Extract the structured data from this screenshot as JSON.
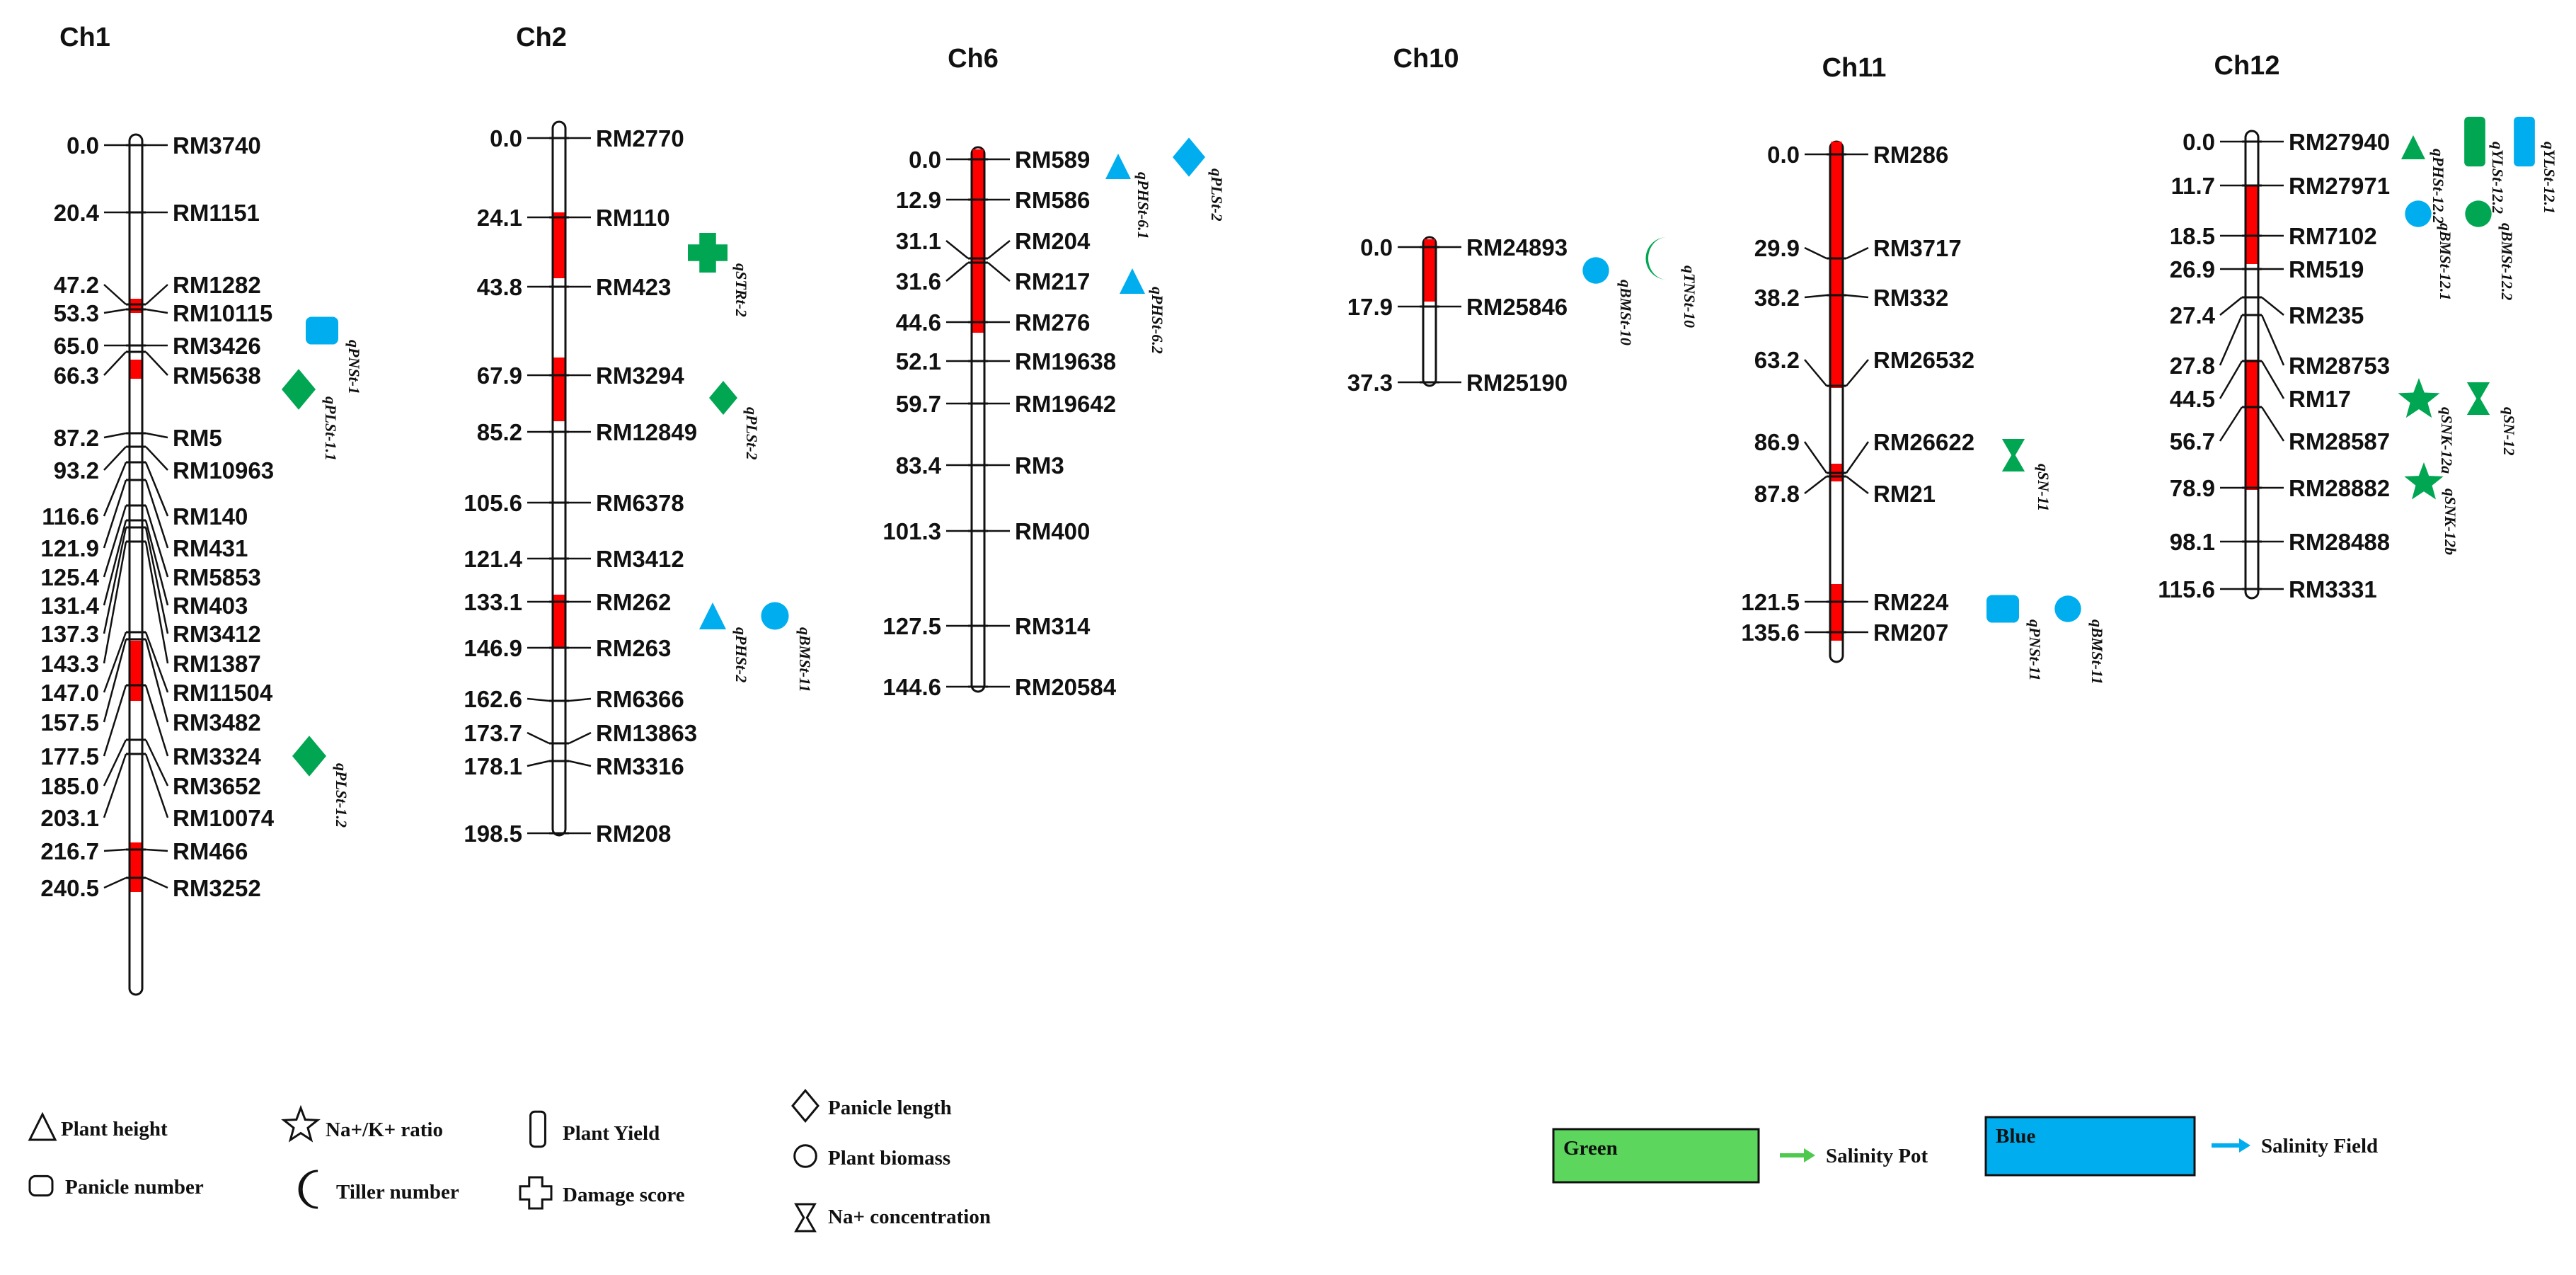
{
  "colors": {
    "qtl_region": "#ff0000",
    "salinity_pot": "#00a651",
    "salinity_field": "#00aeef",
    "legend_green_box": "#5cd65c",
    "legend_green_arrow": "#4dc94d",
    "legend_blue_box": "#00aeef",
    "legend_blue_arrow": "#00aeef"
  },
  "chromosomes": [
    {
      "name": "Ch1",
      "markers": [
        {
          "pos": "0.0",
          "name": "RM3740"
        },
        {
          "pos": "20.4",
          "name": "RM1151"
        },
        {
          "pos": "47.2",
          "name": "RM1282"
        },
        {
          "pos": "53.3",
          "name": "RM10115"
        },
        {
          "pos": "65.0",
          "name": "RM3426"
        },
        {
          "pos": "66.3",
          "name": "RM5638"
        },
        {
          "pos": "87.2",
          "name": "RM5"
        },
        {
          "pos": "93.2",
          "name": "RM10963"
        },
        {
          "pos": "116.6",
          "name": "RM140"
        },
        {
          "pos": "121.9",
          "name": "RM431"
        },
        {
          "pos": "125.4",
          "name": "RM5853"
        },
        {
          "pos": "131.4",
          "name": "RM403"
        },
        {
          "pos": "137.3",
          "name": "RM3412"
        },
        {
          "pos": "143.3",
          "name": "RM1387"
        },
        {
          "pos": "147.0",
          "name": "RM11504"
        },
        {
          "pos": "157.5",
          "name": "RM3482"
        },
        {
          "pos": "177.5",
          "name": "RM3324"
        },
        {
          "pos": "185.0",
          "name": "RM3652"
        },
        {
          "pos": "203.1",
          "name": "RM10074"
        },
        {
          "pos": "216.7",
          "name": "RM466"
        },
        {
          "pos": "240.5",
          "name": "RM3252"
        }
      ],
      "qtls": [
        {
          "label": "qPNSt-1",
          "trait": "Panicle number",
          "env": "field"
        },
        {
          "label": "qPLSt-1.1",
          "trait": "Panicle length",
          "env": "pot"
        },
        {
          "label": "qPLSt-1.2",
          "trait": "Panicle length",
          "env": "pot"
        }
      ]
    },
    {
      "name": "Ch2",
      "markers": [
        {
          "pos": "0.0",
          "name": "RM2770"
        },
        {
          "pos": "24.1",
          "name": "RM110"
        },
        {
          "pos": "43.8",
          "name": "RM423"
        },
        {
          "pos": "67.9",
          "name": "RM3294"
        },
        {
          "pos": "85.2",
          "name": "RM12849"
        },
        {
          "pos": "105.6",
          "name": "RM6378"
        },
        {
          "pos": "121.4",
          "name": "RM3412"
        },
        {
          "pos": "133.1",
          "name": "RM262"
        },
        {
          "pos": "146.9",
          "name": "RM263"
        },
        {
          "pos": "162.6",
          "name": "RM6366"
        },
        {
          "pos": "173.7",
          "name": "RM13863"
        },
        {
          "pos": "178.1",
          "name": "RM3316"
        },
        {
          "pos": "198.5",
          "name": "RM208"
        }
      ],
      "qtls": [
        {
          "label": "qSTRt-2",
          "trait": "Damage score",
          "env": "pot"
        },
        {
          "label": "qPLSt-2",
          "trait": "Panicle length",
          "env": "pot"
        },
        {
          "label": "qPHSt-2",
          "trait": "Plant height",
          "env": "field"
        },
        {
          "label": "qBMSt-11",
          "trait": "Plant biomass",
          "env": "field"
        }
      ]
    },
    {
      "name": "Ch6",
      "markers": [
        {
          "pos": "0.0",
          "name": "RM589"
        },
        {
          "pos": "12.9",
          "name": "RM586"
        },
        {
          "pos": "31.1",
          "name": "RM204"
        },
        {
          "pos": "31.6",
          "name": "RM217"
        },
        {
          "pos": "44.6",
          "name": "RM276"
        },
        {
          "pos": "52.1",
          "name": "RM19638"
        },
        {
          "pos": "59.7",
          "name": "RM19642"
        },
        {
          "pos": "83.4",
          "name": "RM3"
        },
        {
          "pos": "101.3",
          "name": "RM400"
        },
        {
          "pos": "127.5",
          "name": "RM314"
        },
        {
          "pos": "144.6",
          "name": "RM20584"
        }
      ],
      "qtls": [
        {
          "label": "qPHSt-6.1",
          "trait": "Plant height",
          "env": "field"
        },
        {
          "label": "qPLSt-2",
          "trait": "Panicle length",
          "env": "field"
        },
        {
          "label": "qPHSt-6.2",
          "trait": "Plant height",
          "env": "field"
        }
      ]
    },
    {
      "name": "Ch10",
      "markers": [
        {
          "pos": "0.0",
          "name": "RM24893"
        },
        {
          "pos": "17.9",
          "name": "RM25846"
        },
        {
          "pos": "37.3",
          "name": "RM25190"
        }
      ],
      "qtls": [
        {
          "label": "qBMSt-10",
          "trait": "Plant biomass",
          "env": "field"
        },
        {
          "label": "qTNSt-10",
          "trait": "Tiller number",
          "env": "pot"
        }
      ]
    },
    {
      "name": "Ch11",
      "markers": [
        {
          "pos": "0.0",
          "name": "RM286"
        },
        {
          "pos": "29.9",
          "name": "RM3717"
        },
        {
          "pos": "38.2",
          "name": "RM332"
        },
        {
          "pos": "63.2",
          "name": "RM26532"
        },
        {
          "pos": "86.9",
          "name": "RM26622"
        },
        {
          "pos": "87.8",
          "name": "RM21"
        },
        {
          "pos": "121.5",
          "name": "RM224"
        },
        {
          "pos": "135.6",
          "name": "RM207"
        }
      ],
      "qtls": [
        {
          "label": "qSN-11",
          "trait": "Na+ concentration",
          "env": "pot"
        },
        {
          "label": "qPNSt-11",
          "trait": "Panicle number",
          "env": "field"
        },
        {
          "label": "qBMSt-11",
          "trait": "Plant biomass",
          "env": "field"
        }
      ]
    },
    {
      "name": "Ch12",
      "markers": [
        {
          "pos": "0.0",
          "name": "RM27940"
        },
        {
          "pos": "11.7",
          "name": "RM27971"
        },
        {
          "pos": "18.5",
          "name": "RM7102"
        },
        {
          "pos": "26.9",
          "name": "RM519"
        },
        {
          "pos": "27.4",
          "name": "RM235"
        },
        {
          "pos": "27.8",
          "name": "RM28753"
        },
        {
          "pos": "44.5",
          "name": "RM17"
        },
        {
          "pos": "56.7",
          "name": "RM28587"
        },
        {
          "pos": "78.9",
          "name": "RM28882"
        },
        {
          "pos": "98.1",
          "name": "RM28488"
        },
        {
          "pos": "115.6",
          "name": "RM3331"
        }
      ],
      "qtls": [
        {
          "label": "qPHSt-12.2",
          "trait": "Plant height",
          "env": "pot"
        },
        {
          "label": "qYLSt-12.2",
          "trait": "Plant Yield",
          "env": "pot"
        },
        {
          "label": "qYLSt-12.1",
          "trait": "Plant Yield",
          "env": "field"
        },
        {
          "label": "qBMSt-12.1",
          "trait": "Plant biomass",
          "env": "field"
        },
        {
          "label": "qBMSt-12.2",
          "trait": "Plant biomass",
          "env": "pot"
        },
        {
          "label": "qSNK-12a",
          "trait": "Na+/K+ ratio",
          "env": "pot"
        },
        {
          "label": "qSN-12",
          "trait": "Na+ concentration",
          "env": "pot"
        },
        {
          "label": "qSNK-12b",
          "trait": "Na+/K+ ratio",
          "env": "pot"
        }
      ]
    }
  ],
  "legend": {
    "symbols": [
      {
        "label": "Plant height",
        "icon": "triangle-icon"
      },
      {
        "label": "Panicle number",
        "icon": "rounded-square-icon"
      },
      {
        "label": "Na+/K+ ratio",
        "icon": "star-icon"
      },
      {
        "label": "Tiller number",
        "icon": "crescent-icon"
      },
      {
        "label": "Plant Yield",
        "icon": "rounded-rectangle-icon"
      },
      {
        "label": "Damage score",
        "icon": "cross-icon"
      },
      {
        "label": "Panicle length",
        "icon": "diamond-icon"
      },
      {
        "label": "Plant biomass",
        "icon": "circle-icon"
      },
      {
        "label": "Na+ concentration",
        "icon": "hourglass-icon"
      }
    ],
    "environments": [
      {
        "box_label": "Green",
        "arrow_label": "Salinity  Pot"
      },
      {
        "box_label": "Blue",
        "arrow_label": "Salinity Field"
      }
    ]
  }
}
